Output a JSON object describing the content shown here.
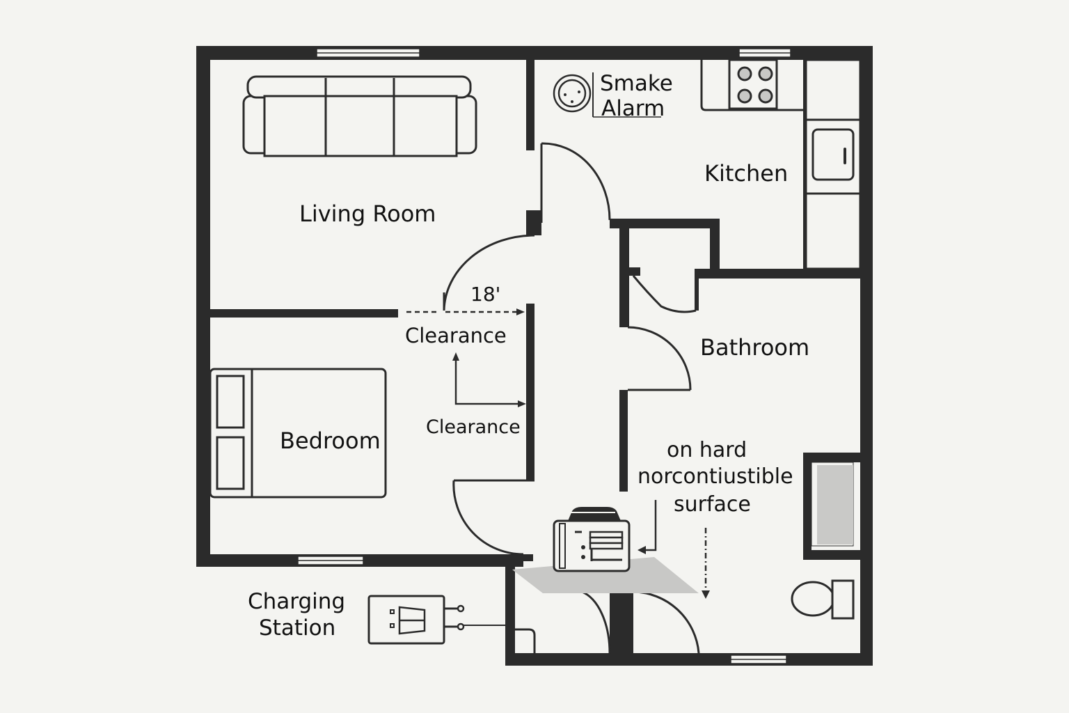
{
  "plan": {
    "rooms": {
      "living_room": "Living Room",
      "kitchen": "Kitchen",
      "bedroom": "Bedroom",
      "bathroom": "Bathroom"
    },
    "annotations": {
      "smoke_alarm_line1": "Smake",
      "smoke_alarm_line2": "Alarm",
      "clearance_distance": "18'",
      "clearance_top": "Clearance",
      "clearance_bottom": "Clearance",
      "surface_line1": "on hard",
      "surface_line2": "norcontiustible",
      "surface_line3": "surface",
      "charging_line1": "Charging",
      "charging_line2": "Station"
    },
    "icons": {
      "smoke_alarm": "smoke-alarm-icon",
      "generator": "portable-generator-icon",
      "charging_station": "charging-station-icon",
      "sofa": "sofa-icon",
      "bed": "bed-icon",
      "stove": "stove-icon",
      "sink": "sink-icon",
      "toilet": "toilet-icon",
      "bathtub": "bathtub-icon"
    },
    "colors": {
      "wall": "#2b2b2b",
      "background": "#f4f4f1",
      "surface_pad": "#c8c8c6",
      "tub_fill": "#c9c9c7"
    }
  }
}
